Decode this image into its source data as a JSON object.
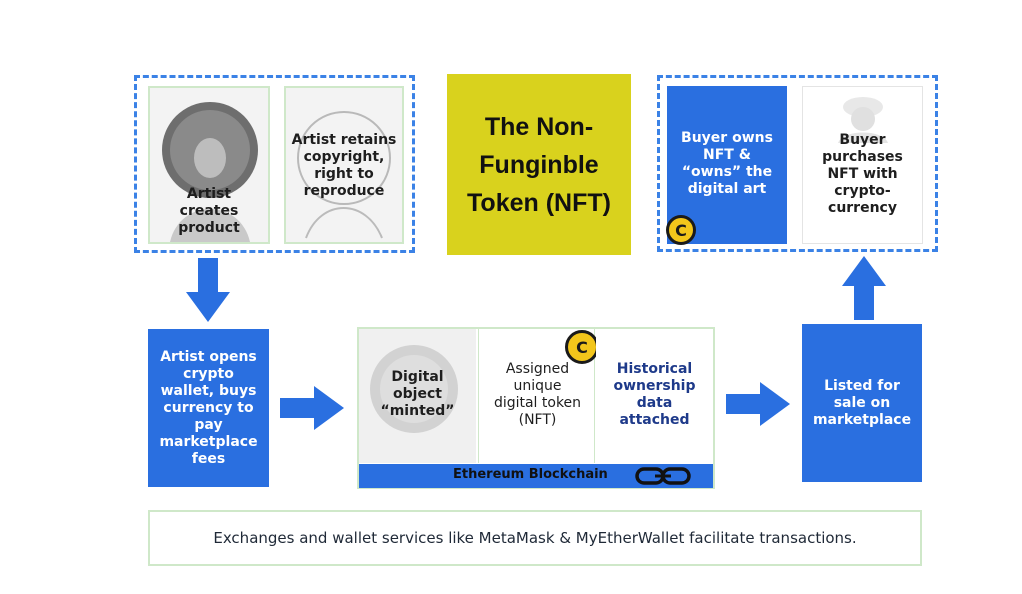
{
  "title": "The Non-\nFunginble\nToken (NFT)",
  "steps": {
    "artist_creates": "Artist\ncreates\nproduct",
    "artist_retains": "Artist retains\ncopyright,\nright to\nreproduce",
    "buyer_owns": "Buyer owns\nNFT &\n“owns” the\ndigital art",
    "buyer_purchases": "Buyer\npurchases\nNFT with\ncrypto-\ncurrency",
    "artist_opens": "Artist opens\ncrypto\nwallet, buys\ncurrency to\npay\nmarketplace\nfees",
    "minted": "Digital\nobject\n“minted”",
    "assigned": "Assigned\nunique\ndigital token\n(NFT)",
    "historical": "Historical\nownership\ndata\nattached",
    "listed": "Listed for\nsale on\nmarketplace"
  },
  "blockchain_label": "Ethereum Blockchain",
  "footer_text": "Exchanges and wallet services like MetaMask & MyEtherWallet facilitate transactions.",
  "colors": {
    "accent_blue": "#2a6fe0",
    "title_yellow": "#d9d21d",
    "coin_yellow": "#f3c61b"
  },
  "icons": [
    "coin-icon",
    "chain-link-icon",
    "user-silhouette-icon",
    "arrow-down-icon",
    "arrow-right-icon",
    "arrow-up-icon"
  ]
}
